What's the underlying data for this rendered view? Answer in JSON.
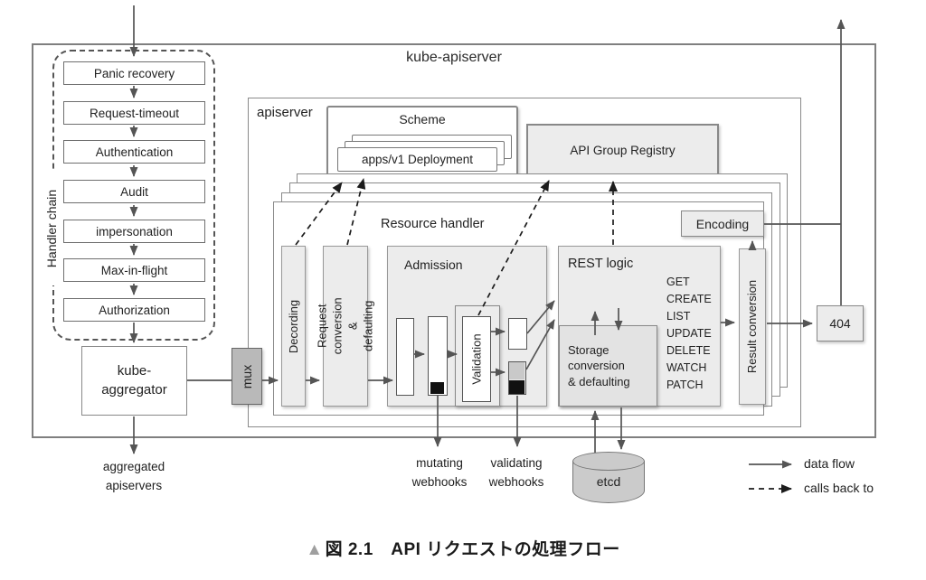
{
  "colors": {
    "box_fill": "#ececec",
    "box_border": "#888888",
    "mux_fill": "#b9b9b9",
    "etcd_fill": "#cbcbcb",
    "black_marker": "#111111",
    "solid_arrow": "#555555",
    "dashed_arrow": "#1c1c1c",
    "caption_triangle": "#9f9f9f"
  },
  "kube_apiserver_label": "kube-apiserver",
  "handler_chain": {
    "label": "Handler chain",
    "items": [
      "Panic recovery",
      "Request-timeout",
      "Authentication",
      "Audit",
      "impersonation",
      "Max-in-flight",
      "Authorization"
    ]
  },
  "kube_aggregator_label": "kube-\naggregator",
  "aggregated_apiservers_label": "aggregated\napiservers",
  "mux_label": "mux",
  "apiserver_label": "apiserver",
  "scheme": {
    "title": "Scheme",
    "card": "apps/v1 Deployment"
  },
  "api_group_registry_label": "API Group Registry",
  "resource_handler": {
    "title": "Resource handler",
    "decoding": "Decording",
    "request_conversion": "Request conversion\n& defaulting",
    "admission": "Admission",
    "validation": "Validation",
    "rest_logic": "REST logic",
    "rest_verbs": "GET\nCREATE\nLIST\nUPDATE\nDELETE\nWATCH\nPATCH",
    "storage_conversion": "Storage\nconversion\n& defaulting",
    "result_conversion": "Result conversion",
    "encoding": "Encoding"
  },
  "not_found_label": "404",
  "etcd_label": "etcd",
  "webhooks": {
    "mutating": "mutating\nwebhooks",
    "validating": "validating\nwebhooks"
  },
  "legend": {
    "data_flow": "data flow",
    "calls_back_to": "calls back to"
  },
  "caption": {
    "marker": "▲",
    "text": "図 2.1　API リクエストの処理フロー"
  }
}
